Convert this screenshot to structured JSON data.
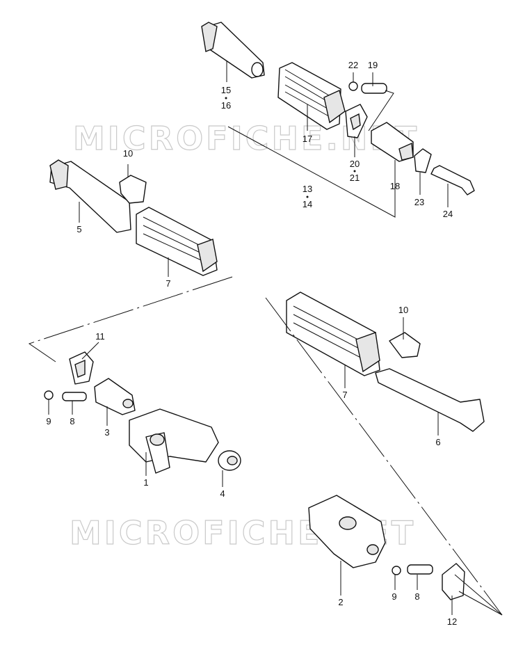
{
  "watermark": [
    "MICROFICHE.NET",
    "MICROFICHE.NET"
  ],
  "callouts": {
    "c1": "1",
    "c2": "2",
    "c3": "3",
    "c4": "4",
    "c5": "5",
    "c6": "6",
    "c7a": "7",
    "c7b": "7",
    "c8a": "8",
    "c8b": "8",
    "c9a": "9",
    "c9b": "9",
    "c10a": "10",
    "c10b": "10",
    "c11": "11",
    "c12": "12",
    "c13": "13",
    "c14": "14",
    "c15": "15",
    "c16": "16",
    "c17": "17",
    "c18": "18",
    "c19": "19",
    "c20": "20",
    "c21": "21",
    "c22": "22",
    "c23": "23",
    "c24": "24"
  }
}
